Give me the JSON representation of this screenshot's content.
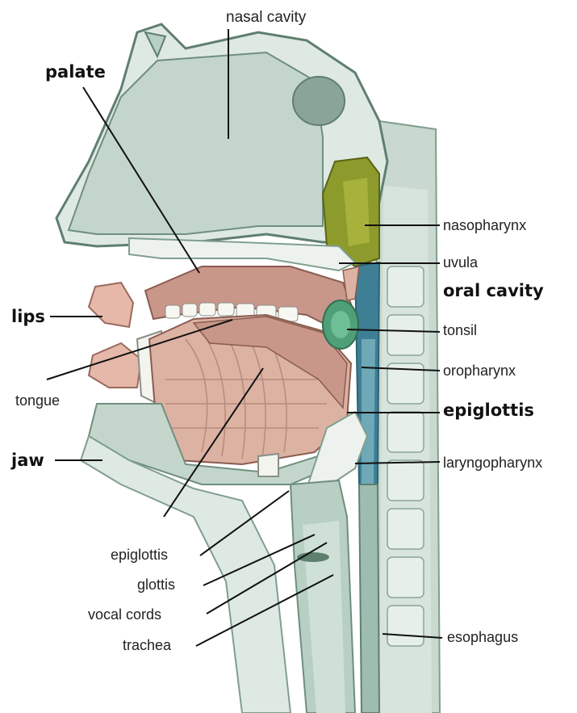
{
  "labels": {
    "nasal_cavity": "nasal cavity",
    "palate": "palate",
    "nasopharynx": "nasopharynx",
    "uvula": "uvula",
    "oral_cavity": "oral cavity",
    "lips": "lips",
    "tonsil": "tonsil",
    "oropharynx": "oropharynx",
    "tongue": "tongue",
    "epiglottis_right": "epiglottis",
    "jaw": "jaw",
    "laryngopharynx": "laryngopharynx",
    "epiglottis_left": "epiglottis",
    "glottis": "glottis",
    "vocal_cords": "vocal cords",
    "trachea": "trachea",
    "esophagus": "esophagus"
  },
  "colors": {
    "tissue_light": "#dfe9e3",
    "tissue_mid": "#b8cfc4",
    "tissue_dark": "#7f9f8f",
    "muscle_pink": "#dcb2a3",
    "muscle_dark": "#b88a7b",
    "nasopharynx_green": "#8d9a2c",
    "tonsil_green": "#4f9f78",
    "pharynx_blue": "#3e7f95",
    "bone": "#eef2ee",
    "line": "#111111"
  }
}
